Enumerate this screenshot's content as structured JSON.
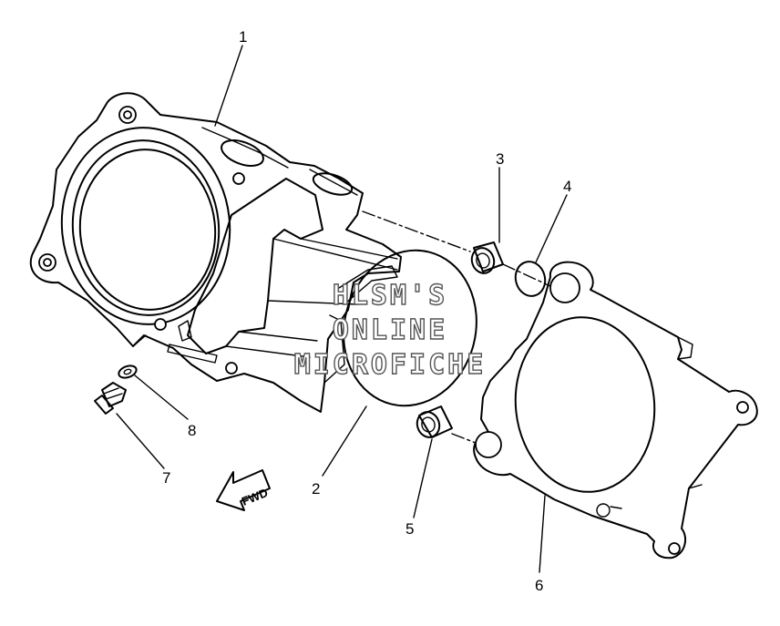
{
  "diagram": {
    "parts": [
      {
        "number": "1"
      },
      {
        "number": "2"
      },
      {
        "number": "3"
      },
      {
        "number": "4"
      },
      {
        "number": "5"
      },
      {
        "number": "6"
      },
      {
        "number": "7"
      },
      {
        "number": "8"
      }
    ],
    "direction_arrow_label": "FWD",
    "watermark": [
      "HLSM'S",
      "ONLINE",
      "MICROFICHE"
    ]
  }
}
